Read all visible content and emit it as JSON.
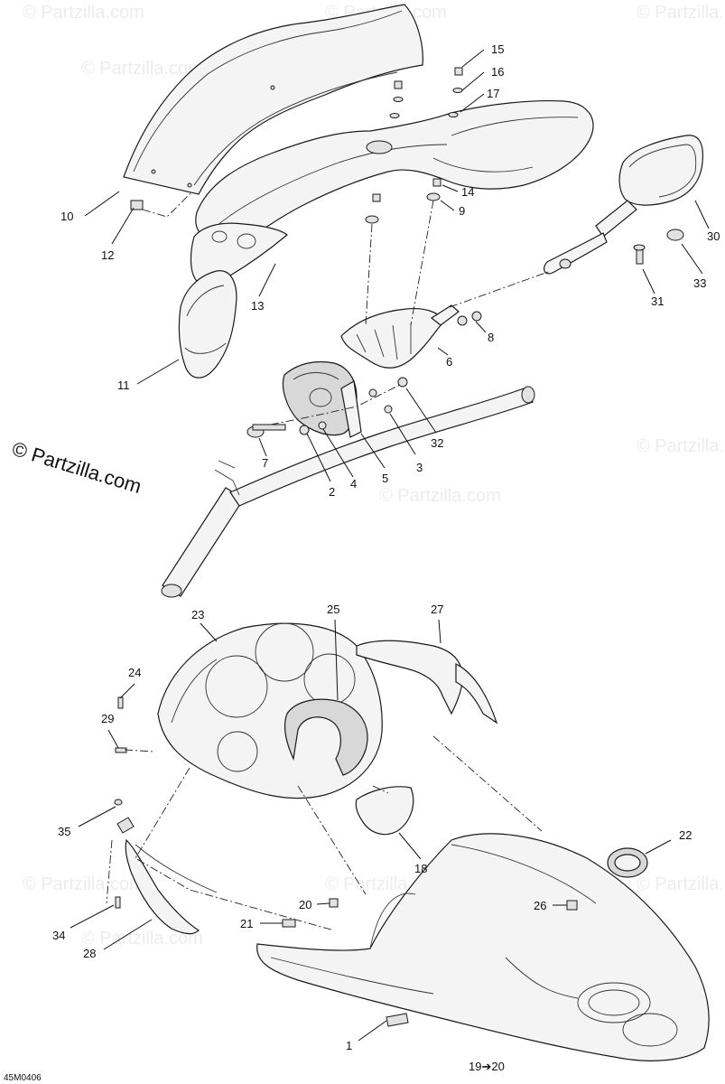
{
  "copyright": "© Partzilla.com",
  "watermark": "© Partzilla.com",
  "drawing_number": "45M0406",
  "callouts": [
    "1",
    "2",
    "3",
    "4",
    "5",
    "6",
    "7",
    "8",
    "9",
    "10",
    "11",
    "12",
    "13",
    "14",
    "15",
    "16",
    "17",
    "18",
    "19➔20",
    "20",
    "21",
    "22",
    "23",
    "24",
    "25",
    "26",
    "27",
    "28",
    "29",
    "30",
    "31",
    "32",
    "33",
    "34",
    "35"
  ]
}
